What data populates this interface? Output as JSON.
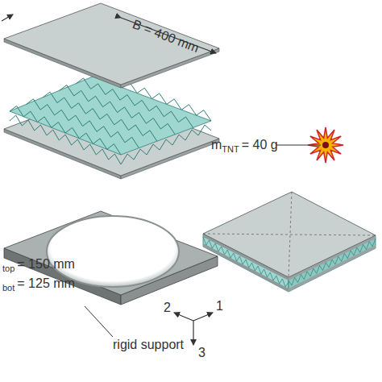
{
  "diagram": {
    "labels": [
      "B = 400 mm",
      "top",
      "= 150 mm",
      "bot",
      "= 125 mm",
      "rigid support",
      "2",
      "3",
      "1",
      "m",
      "TNT",
      "= 40 g"
    ]
  }
}
